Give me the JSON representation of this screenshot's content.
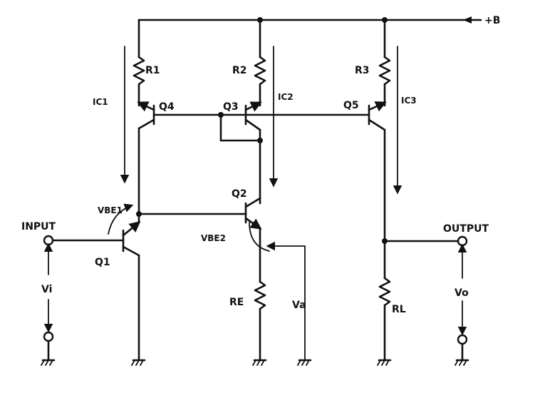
{
  "supply": {
    "label": "+B"
  },
  "resistors": {
    "r1": "R1",
    "r2": "R2",
    "r3": "R3",
    "re": "RE",
    "rl": "RL"
  },
  "transistors": {
    "q1": "Q1",
    "q2": "Q2",
    "q3": "Q3",
    "q4": "Q4",
    "q5": "Q5"
  },
  "currents": {
    "ic1": "IC1",
    "ic2": "IC2",
    "ic3": "IC3"
  },
  "voltages": {
    "vbe1": "VBE1",
    "vbe2": "VBE2",
    "va": "Va",
    "vi": "Vi",
    "vo": "Vo"
  },
  "ports": {
    "input": "INPUT",
    "output": "OUTPUT"
  }
}
